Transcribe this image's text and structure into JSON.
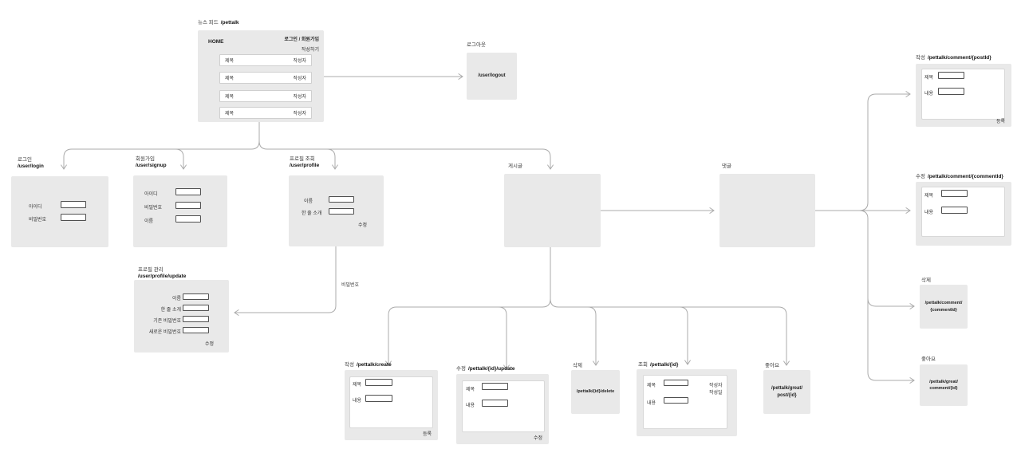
{
  "feed": {
    "label": "뉴스 피드",
    "path": "/pettalk",
    "home": "HOME",
    "auth_links": "로그인 / 회원가입",
    "write_link": "작성하기",
    "rows": [
      {
        "title": "제목",
        "author": "작성자"
      },
      {
        "title": "제목",
        "author": "작성자"
      },
      {
        "title": "제목",
        "author": "작성자"
      },
      {
        "title": "제목",
        "author": "작성자"
      }
    ]
  },
  "logout": {
    "label": "로그아웃",
    "path_text": "/user/logout"
  },
  "login": {
    "label": "로그인",
    "path": "/user/login",
    "fields": [
      "아이디",
      "비밀번호"
    ]
  },
  "signup": {
    "label": "회원가입",
    "path": "/user/signup",
    "fields": [
      "아이디",
      "비밀번호",
      "이름"
    ]
  },
  "profile": {
    "label": "프로필 조회",
    "path": "/user/profile",
    "fields": [
      "이름",
      "한 줄 소개"
    ],
    "action": "수정"
  },
  "profile_update": {
    "label": "프로필 관리",
    "path": "/user/profile/update",
    "fields": [
      "이름",
      "한 줄 소개",
      "기존 비밀번호",
      "새로운 비밀번호"
    ],
    "action": "수정"
  },
  "post": {
    "label": "게시글"
  },
  "comment": {
    "label": "댓글"
  },
  "post_create": {
    "label": "작성",
    "path": "/pettalk/create",
    "fields": [
      "제목",
      "내용"
    ],
    "action": "등록"
  },
  "post_update": {
    "label": "수정",
    "path": "/pettalk/{id}/update",
    "fields": [
      "제목",
      "내용"
    ],
    "action": "수정"
  },
  "post_delete": {
    "label": "삭제",
    "path_lines": [
      "/pettalk/{id}/delete"
    ]
  },
  "post_read": {
    "label": "조회",
    "path": "/pettalk/{id}",
    "fields": [
      "제목",
      "내용"
    ],
    "meta": [
      "작성자",
      "작성일"
    ]
  },
  "post_like": {
    "label": "좋아요",
    "path_lines": [
      "/pettalk/great/",
      "post/{id}"
    ]
  },
  "comment_create": {
    "label": "작성",
    "path": "/pettalk/comment/{postId}",
    "fields": [
      "제목",
      "내용"
    ],
    "action": "등록"
  },
  "comment_update": {
    "label": "수정",
    "path": "/pettalk/comment/{commentId}",
    "fields": [
      "제목",
      "내용"
    ]
  },
  "comment_delete": {
    "label": "삭제",
    "path_lines": [
      "/pettalk/comment/",
      "{commentId}"
    ]
  },
  "comment_like": {
    "label": "좋아요",
    "path_lines": [
      "/pettalk/great/",
      "comment/{id}"
    ]
  },
  "edge_labels": {
    "profile_to_update": "비밀번호"
  },
  "colors": {
    "box_bg": "#e9e9e9",
    "line": "#ababab",
    "input_border": "#4f4f4f",
    "panel_border": "#d8d8d8"
  }
}
